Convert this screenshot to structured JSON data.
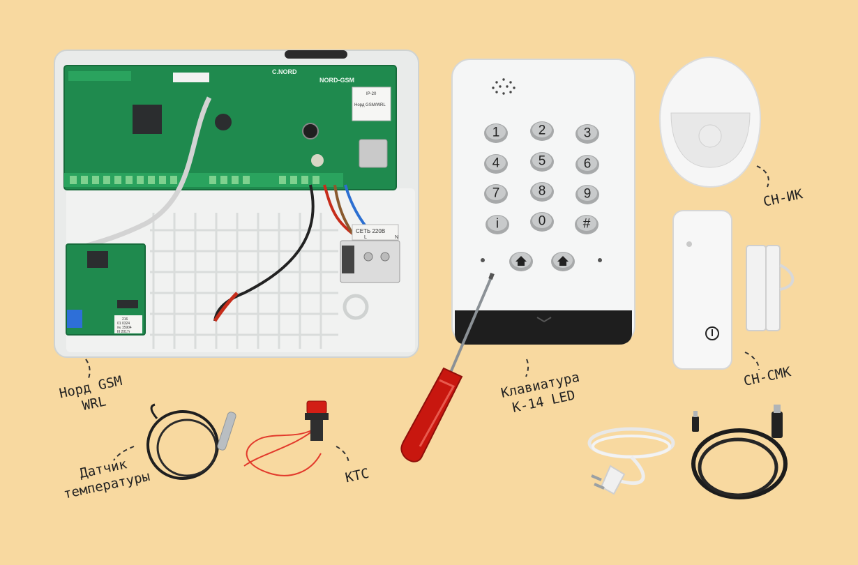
{
  "labels": {
    "nord_line1": "Норд GSM",
    "nord_line2": "WRL",
    "keypad_line1": "Клавиатура",
    "keypad_line2": "К-14 LED",
    "ik": "СН-ИК",
    "smk": "СН-СМК",
    "temp_line1": "Датчик",
    "temp_line2": "температуры",
    "ktc": "КТС"
  },
  "board_text": {
    "brand": "C.NORD",
    "model": "NORD-GSM",
    "sticker_ip": "IP-20",
    "sticker_name": "Норд GSM/WRL",
    "terminal_block": "СЕТЬ 220В",
    "terminal_l": "L",
    "terminal_n": "N"
  },
  "module_text": {
    "line1": "216",
    "line2": "01 0324",
    "line3": "№ 15904",
    "line4": "III 2017г"
  },
  "keypad_keys": [
    "1",
    "2",
    "3",
    "4",
    "5",
    "6",
    "7",
    "8",
    "9",
    "i",
    "0",
    "#"
  ],
  "colors": {
    "background": "#f8d9a0",
    "pcb": "#1f8a4e",
    "housing": "#eceeee",
    "screwdriver": "#c8170f"
  }
}
